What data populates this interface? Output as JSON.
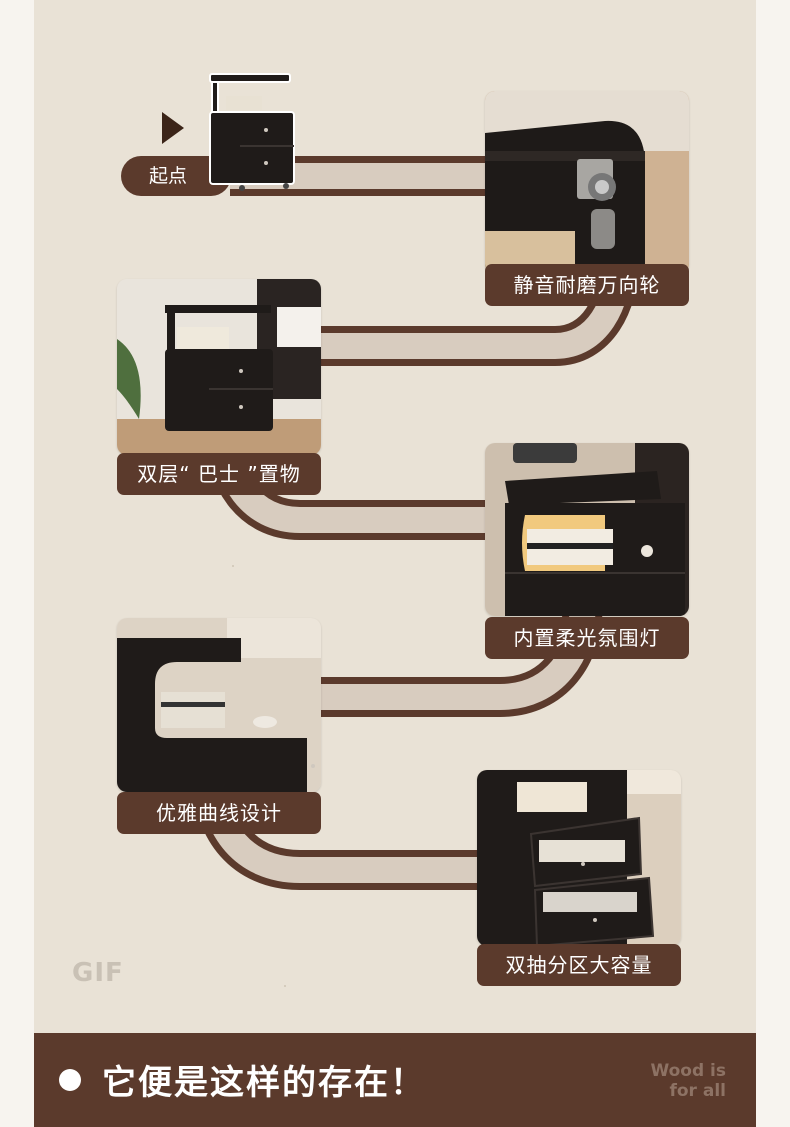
{
  "start": {
    "label": "起点"
  },
  "features": [
    {
      "label": "静音耐磨万向轮",
      "image": "universal-wheel-photo"
    },
    {
      "label": "双层“ 巴士 ”置物",
      "image": "two-tier-shelf-photo"
    },
    {
      "label": "内置柔光氛围灯",
      "image": "ambient-light-photo"
    },
    {
      "label": "优雅曲线设计",
      "image": "curved-design-photo"
    },
    {
      "label": "双抽分区大容量",
      "image": "double-drawer-photo"
    }
  ],
  "watermark": {
    "gif": "GIF"
  },
  "footer": {
    "slogan": "它便是这样的存在！",
    "tag_line1": "Wood is",
    "tag_line2": "for all"
  },
  "colors": {
    "brand_brown": "#5b3a2c",
    "road_light": "#d8ccbf",
    "paper": "#e9e2d6"
  }
}
